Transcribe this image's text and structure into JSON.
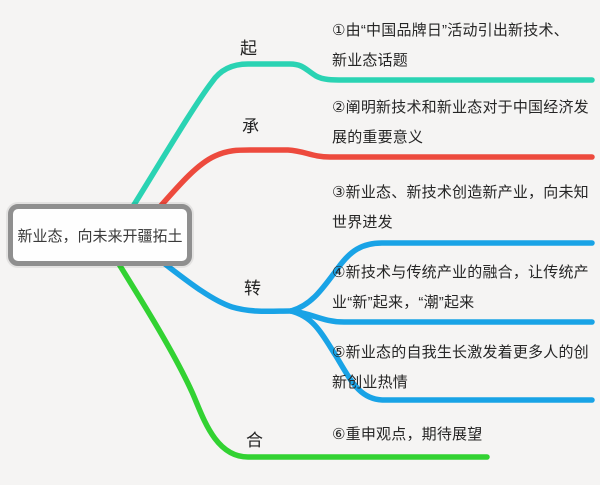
{
  "root": {
    "label": "新业态，向未来开疆拓土"
  },
  "branches": [
    {
      "label": "起",
      "color": "#2ad3b3",
      "leaves": [
        {
          "text": "①由“中国品牌日”活动引出新技术、\n新业态话题"
        }
      ]
    },
    {
      "label": "承",
      "color": "#ed4a3d",
      "leaves": [
        {
          "text": "②阐明新技术和新业态对于中国经济发\n展的重要意义"
        }
      ]
    },
    {
      "label": "转",
      "color": "#19a3e6",
      "leaves": [
        {
          "text": "③新业态、新技术创造新产业，向未知\n世界进发"
        },
        {
          "text": "④新技术与传统产业的融合，让传统产\n业“新”起来，“潮”起来"
        },
        {
          "text": "⑤新业态的自我生长激发着更多人的创\n新创业热情"
        }
      ]
    },
    {
      "label": "合",
      "color": "#32d232",
      "leaves": [
        {
          "text": "⑥重申观点，期待展望"
        }
      ]
    }
  ],
  "colors": {
    "node_border": "#8f8f8f",
    "background": "#f5f4f3",
    "text": "#262626"
  }
}
